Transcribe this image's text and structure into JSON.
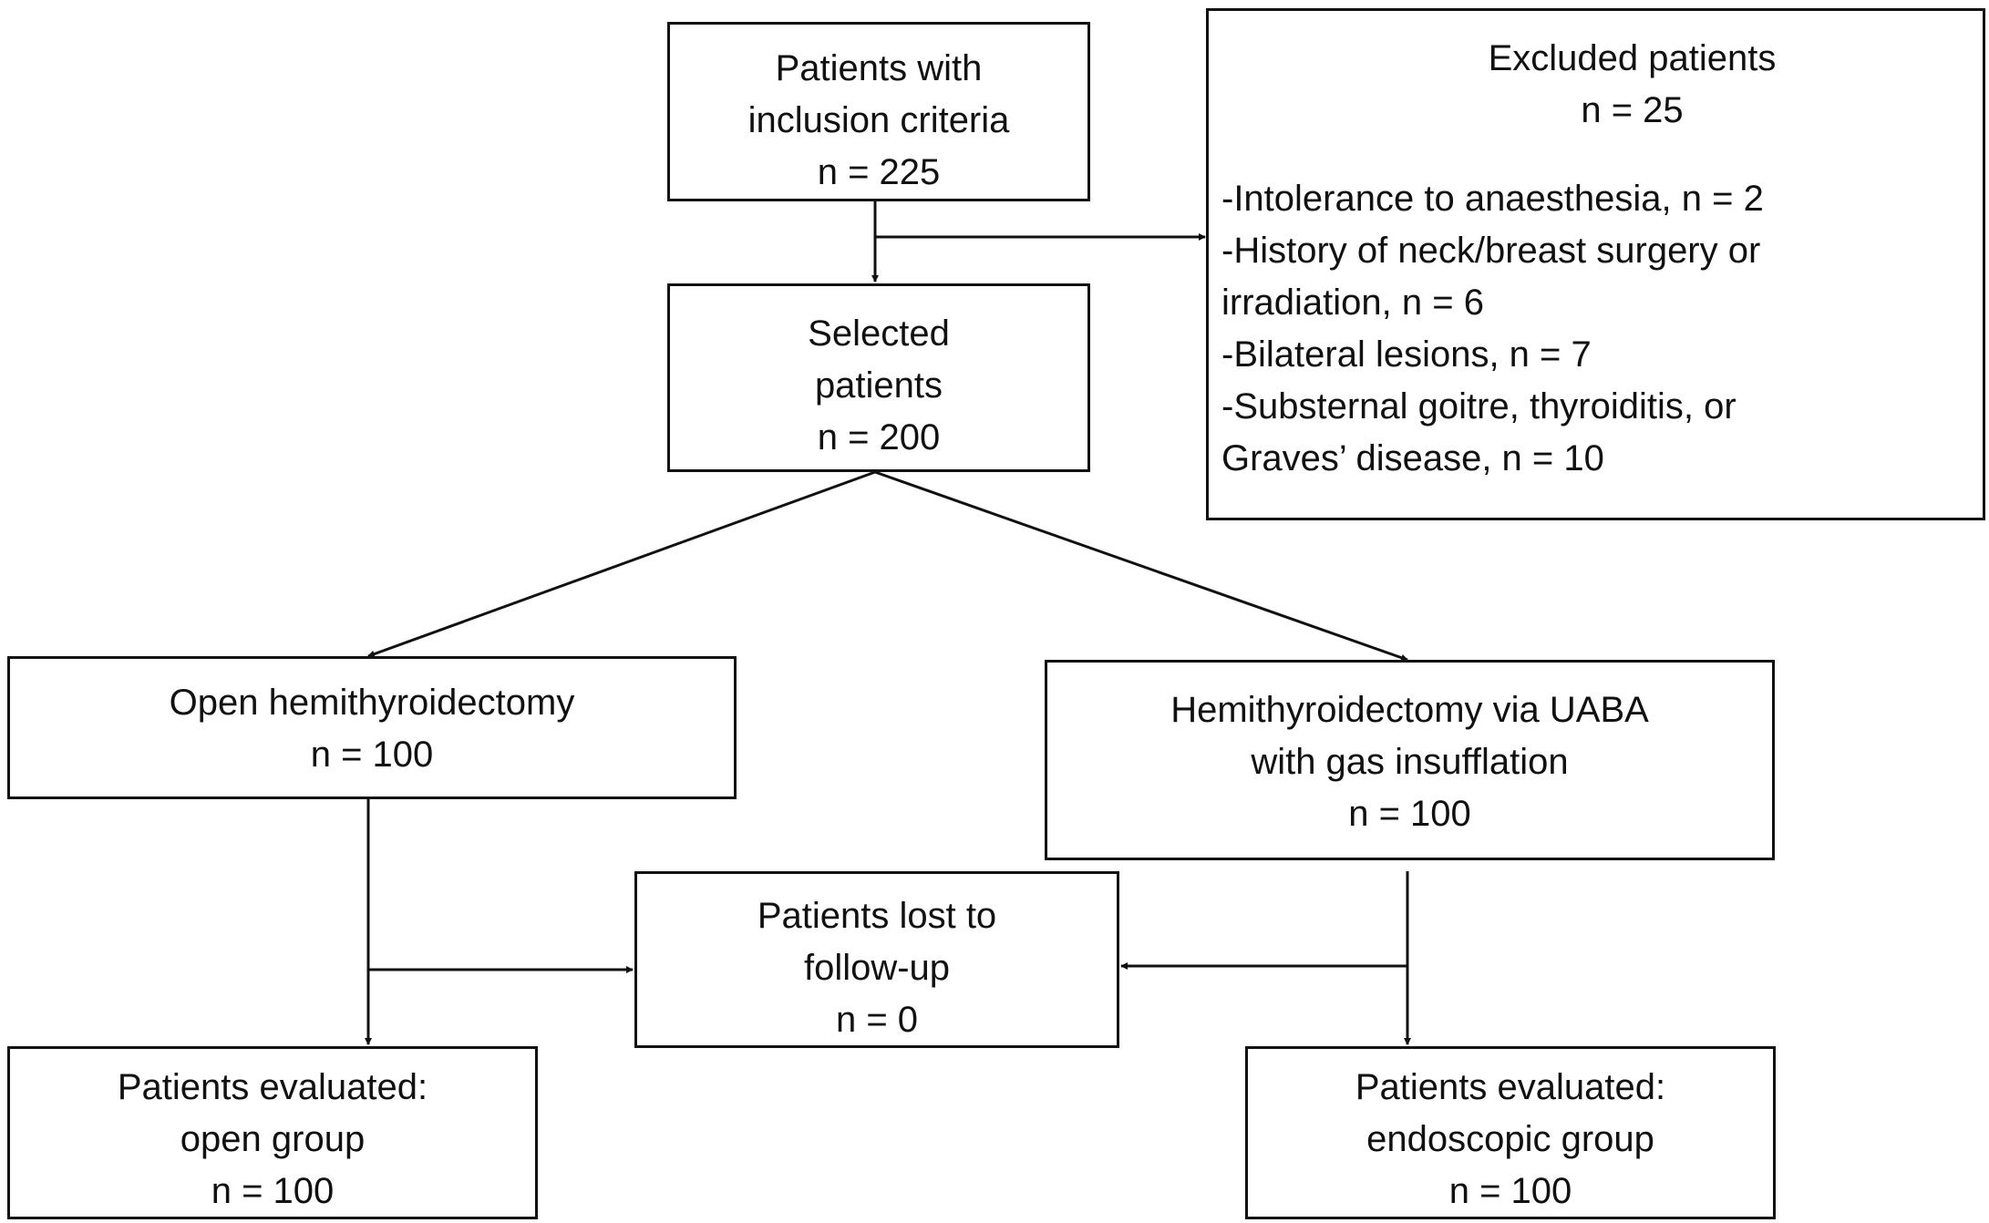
{
  "flowchart": {
    "inclusion": {
      "label": [
        "Patients with",
        "inclusion criteria"
      ],
      "count": "n = 225"
    },
    "excluded": {
      "title": "Excluded patients",
      "count": "n = 25",
      "reasons": [
        "-Intolerance to anaesthesia, n = 2",
        "-History of neck/breast surgery or",
        "irradiation, n = 6",
        "-Bilateral lesions, n = 7",
        "-Substernal goitre, thyroiditis, or",
        "Graves’ disease, n = 10"
      ]
    },
    "selected": {
      "label": [
        "Selected",
        "patients"
      ],
      "count": "n = 200"
    },
    "open_group": {
      "label": [
        "Open hemithyroidectomy"
      ],
      "count": "n = 100"
    },
    "uaba_group": {
      "label": [
        "Hemithyroidectomy via UABA",
        "with gas insufflation"
      ],
      "count": "n = 100"
    },
    "lost": {
      "label": [
        "Patients lost to",
        "follow-up"
      ],
      "count": "n = 0"
    },
    "evaluated_open": {
      "label": [
        "Patients evaluated:",
        "open group"
      ],
      "count": "n = 100"
    },
    "evaluated_endoscopic": {
      "label": [
        "Patients evaluated:",
        "endoscopic group"
      ],
      "count": "n = 100"
    }
  }
}
